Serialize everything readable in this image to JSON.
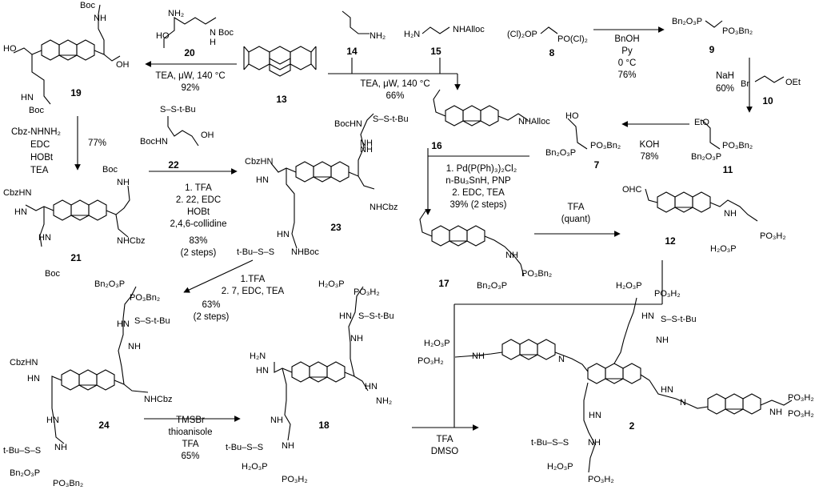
{
  "compounds": [
    {
      "id": "c20",
      "num": "20"
    },
    {
      "id": "c13",
      "num": "13"
    },
    {
      "id": "c14",
      "num": "14"
    },
    {
      "id": "c15",
      "num": "15"
    },
    {
      "id": "c8",
      "num": "8"
    },
    {
      "id": "c9",
      "num": "9"
    },
    {
      "id": "c19",
      "num": "19"
    },
    {
      "id": "c22",
      "num": "22"
    },
    {
      "id": "c16",
      "num": "16"
    },
    {
      "id": "c10",
      "num": "10"
    },
    {
      "id": "c7",
      "num": "7"
    },
    {
      "id": "c11",
      "num": "11"
    },
    {
      "id": "c21",
      "num": "21"
    },
    {
      "id": "c23",
      "num": "23"
    },
    {
      "id": "c17",
      "num": "17"
    },
    {
      "id": "c12",
      "num": "12"
    },
    {
      "id": "c24",
      "num": "24"
    },
    {
      "id": "c18",
      "num": "18"
    },
    {
      "id": "c2",
      "num": "2"
    }
  ],
  "labels": [
    {
      "id": "l19_boc",
      "text": "Boc"
    },
    {
      "id": "l19_nh",
      "text": "NH"
    },
    {
      "id": "l19_ho",
      "text": "HO"
    },
    {
      "id": "l19_oh",
      "text": "OH"
    },
    {
      "id": "l19_hn",
      "text": "HN"
    },
    {
      "id": "l19_boc2",
      "text": "Boc"
    },
    {
      "id": "l20_nh2",
      "text": "NH₂"
    },
    {
      "id": "l20_ho",
      "text": "HO"
    },
    {
      "id": "l20_boc",
      "text": "N  Boc"
    },
    {
      "id": "l20_h",
      "text": "H"
    },
    {
      "id": "l14_nh2",
      "text": "NH₂"
    },
    {
      "id": "l15_h2n",
      "text": "H₂N"
    },
    {
      "id": "l15_nhalloc",
      "text": "NHAlloc"
    },
    {
      "id": "l8_a",
      "text": "(Cl)₂OP"
    },
    {
      "id": "l8_b",
      "text": "PO(Cl)₂"
    },
    {
      "id": "l9_a",
      "text": "Bn₂O₃P"
    },
    {
      "id": "l9_b",
      "text": "PO₃Bn₂"
    },
    {
      "id": "l10_br",
      "text": "Br"
    },
    {
      "id": "l10_oet",
      "text": "OEt"
    },
    {
      "id": "l11_eto",
      "text": "EtO"
    },
    {
      "id": "l11_a",
      "text": "PO₃Bn₂"
    },
    {
      "id": "l11_b",
      "text": "Bn₂O₃P"
    },
    {
      "id": "l7_ho",
      "text": "HO"
    },
    {
      "id": "l7_a",
      "text": "PO₃Bn₂"
    },
    {
      "id": "l7_b",
      "text": "Bn₂O₃P"
    },
    {
      "id": "l22_s",
      "text": "S–S-t-Bu"
    },
    {
      "id": "l22_oh",
      "text": "OH"
    },
    {
      "id": "l22_boc",
      "text": "BocHN"
    },
    {
      "id": "l16_boc",
      "text": "BocHN"
    },
    {
      "id": "l16_s",
      "text": "S–S-t-Bu"
    },
    {
      "id": "l16_nh",
      "text": "NH"
    },
    {
      "id": "l16_alloc",
      "text": "NHAlloc"
    },
    {
      "id": "l21_cbz",
      "text": "CbzHN"
    },
    {
      "id": "l21_hn",
      "text": "HN"
    },
    {
      "id": "l21_boc",
      "text": "Boc"
    },
    {
      "id": "l21_nh",
      "text": "NH"
    },
    {
      "id": "l21_nhcbz",
      "text": "NHCbz"
    },
    {
      "id": "l21_hn2",
      "text": "HN"
    },
    {
      "id": "l21_boc2",
      "text": "Boc"
    },
    {
      "id": "l23_cbz",
      "text": "CbzHN"
    },
    {
      "id": "l23_hn",
      "text": "HN"
    },
    {
      "id": "l23_nh",
      "text": "NH"
    },
    {
      "id": "l23_nhcbz",
      "text": "NHCbz"
    },
    {
      "id": "l23_ss",
      "text": "t-Bu–S–S"
    },
    {
      "id": "l23_nhboc",
      "text": "NHBoc"
    },
    {
      "id": "l23_hn2",
      "text": "HN"
    },
    {
      "id": "l17_nh",
      "text": "NH"
    },
    {
      "id": "l17_po",
      "text": "PO₃Bn₂"
    },
    {
      "id": "l17_bn",
      "text": "Bn₂O₃P"
    },
    {
      "id": "l12_ohc",
      "text": "OHC"
    },
    {
      "id": "l12_nh",
      "text": "NH"
    },
    {
      "id": "l12_po",
      "text": "PO₃H₂"
    },
    {
      "id": "l12_h2",
      "text": "H₂O₃P"
    },
    {
      "id": "l24_a",
      "text": "Bn₂O₃P"
    },
    {
      "id": "l24_b",
      "text": "PO₃Bn₂"
    },
    {
      "id": "l24_hn",
      "text": "HN"
    },
    {
      "id": "l24_s",
      "text": "S–S-t-Bu"
    },
    {
      "id": "l24_nh",
      "text": "NH"
    },
    {
      "id": "l24_cbz",
      "text": "CbzHN"
    },
    {
      "id": "l24_hn2",
      "text": "HN"
    },
    {
      "id": "l24_nhcbz",
      "text": "NHCbz"
    },
    {
      "id": "l24_nh2",
      "text": "HN"
    },
    {
      "id": "l24_ss",
      "text": "t-Bu–S–S"
    },
    {
      "id": "l24_nh3",
      "text": "NH"
    },
    {
      "id": "l24_c",
      "text": "Bn₂O₃P"
    },
    {
      "id": "l24_d",
      "text": "PO₃Bn₂"
    },
    {
      "id": "l18_a",
      "text": "H₂O₃P"
    },
    {
      "id": "l18_b",
      "text": "PO₃H₂"
    },
    {
      "id": "l18_hn",
      "text": "HN"
    },
    {
      "id": "l18_s",
      "text": "S–S-t-Bu"
    },
    {
      "id": "l18_nh",
      "text": "NH"
    },
    {
      "id": "l18_h2n",
      "text": "H₂N"
    },
    {
      "id": "l18_hn2",
      "text": "HN"
    },
    {
      "id": "l18_nh2",
      "text": "NH₂"
    },
    {
      "id": "l18_hn3",
      "text": "HN"
    },
    {
      "id": "l18_nh3",
      "text": "NH"
    },
    {
      "id": "l18_ss",
      "text": "t-Bu–S–S"
    },
    {
      "id": "l18_nh4",
      "text": "NH"
    },
    {
      "id": "l18_c",
      "text": "H₂O₃P"
    },
    {
      "id": "l18_d",
      "text": "PO₃H₂"
    },
    {
      "id": "l2_a",
      "text": "H₂O₃P"
    },
    {
      "id": "l2_b",
      "text": "PO₃H₂"
    },
    {
      "id": "l2_c",
      "text": "H₂O₃P"
    },
    {
      "id": "l2_d",
      "text": "PO₃H₂"
    },
    {
      "id": "l2_nh",
      "text": "NH"
    },
    {
      "id": "l2_hn",
      "text": "HN"
    },
    {
      "id": "l2_s",
      "text": "S–S-t-Bu"
    },
    {
      "id": "l2_n",
      "text": "N"
    },
    {
      "id": "l2_nh2",
      "text": "NH"
    },
    {
      "id": "l2_h",
      "text": "HN"
    },
    {
      "id": "l2_n2",
      "text": "N"
    },
    {
      "id": "l2_nh3",
      "text": "NH"
    },
    {
      "id": "l2_po2",
      "text": "PO₃H₂"
    },
    {
      "id": "l2_po3",
      "text": "PO₃H₂"
    },
    {
      "id": "l2_hn4",
      "text": "HN"
    },
    {
      "id": "l2_ss",
      "text": "t-Bu–S–S"
    },
    {
      "id": "l2_nh5",
      "text": "NH"
    },
    {
      "id": "l2_e",
      "text": "H₂O₃P"
    },
    {
      "id": "l2_f",
      "text": "PO₃H₂"
    }
  ],
  "conditions": [
    {
      "id": "k20_1",
      "text": "TEA, μW, 140 °C"
    },
    {
      "id": "k20_2",
      "text": "92%"
    },
    {
      "id": "k1415_1",
      "text": "TEA, μW, 140 °C"
    },
    {
      "id": "k1415_2",
      "text": "66%"
    },
    {
      "id": "k9_1",
      "text": "BnOH"
    },
    {
      "id": "k9_2",
      "text": "Py"
    },
    {
      "id": "k9_3",
      "text": "0 °C"
    },
    {
      "id": "k9_4",
      "text": "76%"
    },
    {
      "id": "k10_1",
      "text": "NaH"
    },
    {
      "id": "k10_2",
      "text": "60%"
    },
    {
      "id": "k7_1",
      "text": "KOH"
    },
    {
      "id": "k7_2",
      "text": "78%"
    },
    {
      "id": "k21_1",
      "text": "Cbz-NHNH₂"
    },
    {
      "id": "k21_2",
      "text": "EDC"
    },
    {
      "id": "k21_3",
      "text": "HOBt"
    },
    {
      "id": "k21_4",
      "text": "TEA"
    },
    {
      "id": "k21_5",
      "text": "77%"
    },
    {
      "id": "k23_1",
      "text": "1. TFA"
    },
    {
      "id": "k23_2",
      "text": "2. 22, EDC"
    },
    {
      "id": "k23_3",
      "text": "HOBt"
    },
    {
      "id": "k23_4",
      "text": "2,4,6-collidine"
    },
    {
      "id": "k23_5",
      "text": "83%"
    },
    {
      "id": "k23_6",
      "text": "(2 steps)"
    },
    {
      "id": "k17_1",
      "text": "1. Pd(P(Ph)₃)₂Cl₂"
    },
    {
      "id": "k17_2",
      "text": "n-Bu₃SnH, PNP"
    },
    {
      "id": "k17_3",
      "text": "2. EDC, TEA"
    },
    {
      "id": "k17_4",
      "text": "39% (2 steps)"
    },
    {
      "id": "k12_1",
      "text": "TFA"
    },
    {
      "id": "k12_2",
      "text": "(quant)"
    },
    {
      "id": "k24_1",
      "text": "1.TFA"
    },
    {
      "id": "k24_2",
      "text": "2. 7, EDC, TEA"
    },
    {
      "id": "k24_3",
      "text": "63%"
    },
    {
      "id": "k24_4",
      "text": "(2 steps)"
    },
    {
      "id": "k18_1",
      "text": "TMSBr"
    },
    {
      "id": "k18_2",
      "text": "thioanisole"
    },
    {
      "id": "k18_3",
      "text": "TFA"
    },
    {
      "id": "k18_4",
      "text": "65%"
    },
    {
      "id": "k2_1",
      "text": "TFA"
    },
    {
      "id": "k2_2",
      "text": "DMSO"
    }
  ]
}
